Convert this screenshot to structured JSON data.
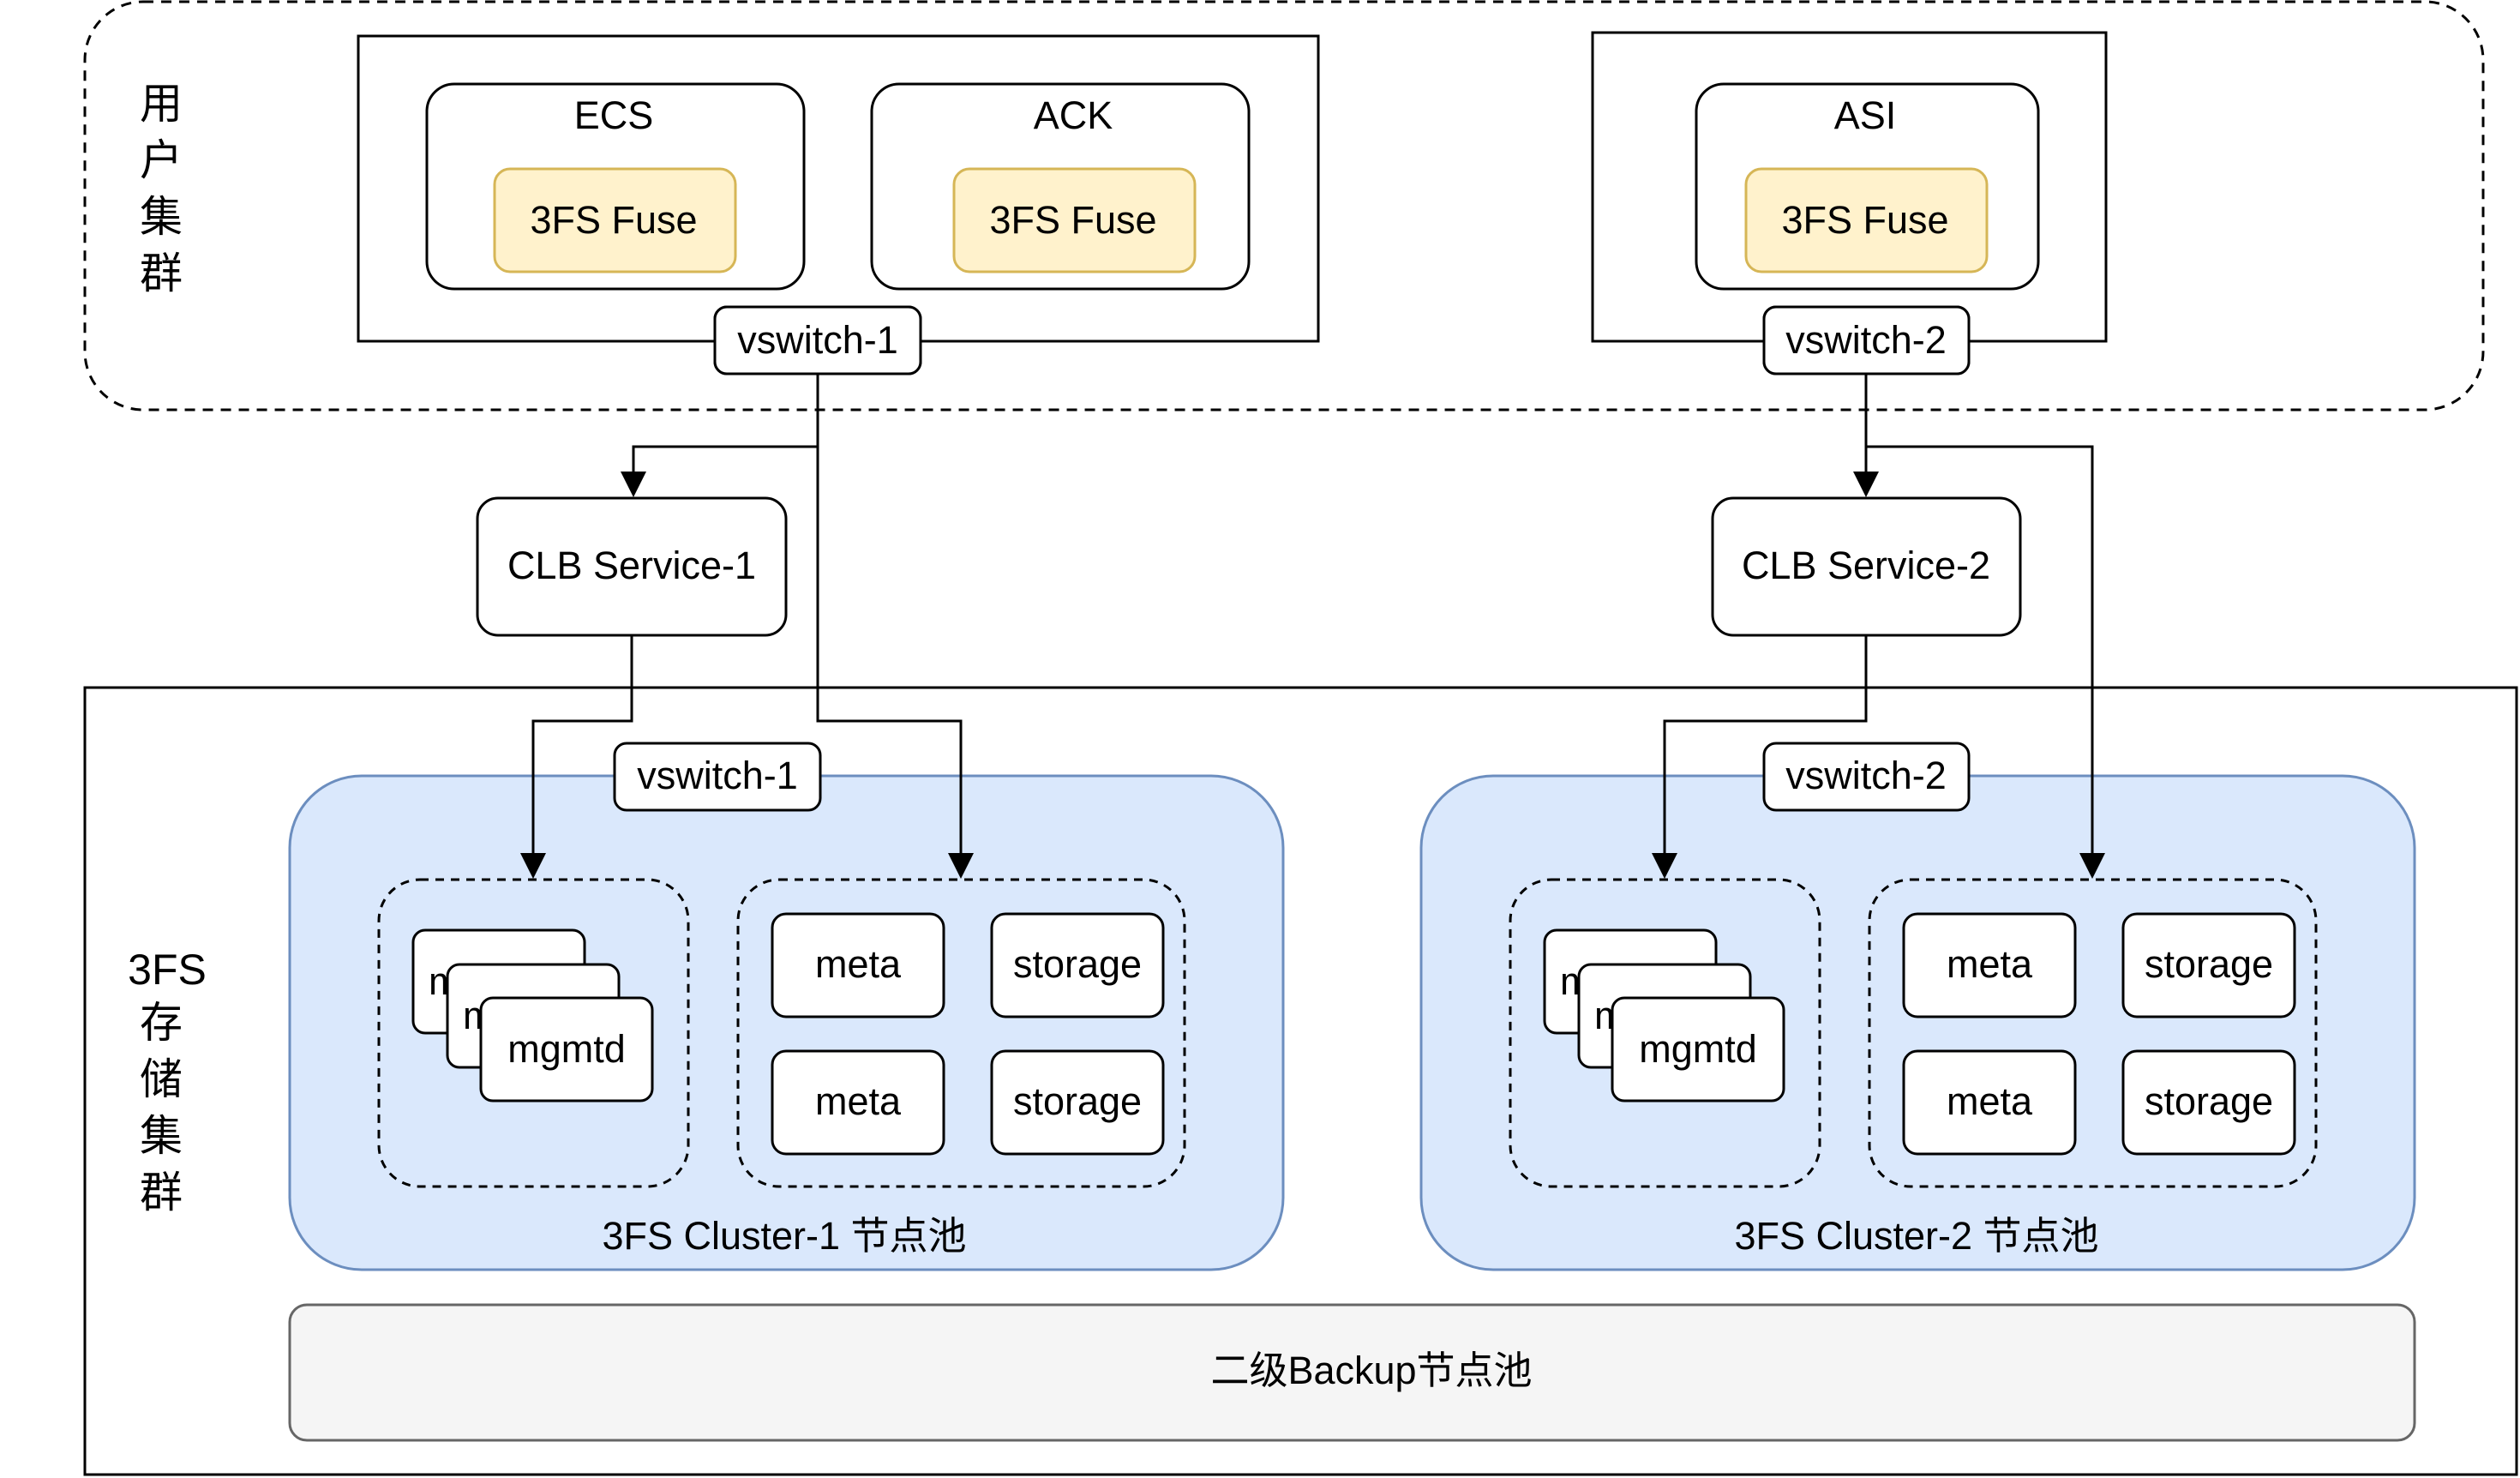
{
  "user_cluster": {
    "label_chars": [
      "用",
      "户",
      "集",
      "群"
    ],
    "group_left": {
      "ecs": {
        "title": "ECS",
        "fuse": "3FS Fuse"
      },
      "ack": {
        "title": "ACK",
        "fuse": "3FS Fuse"
      },
      "vswitch": "vswitch-1"
    },
    "group_right": {
      "asi": {
        "title": "ASI",
        "fuse": "3FS Fuse"
      },
      "vswitch": "vswitch-2"
    }
  },
  "clb": {
    "service_1": "CLB Service-1",
    "service_2": "CLB Service-2"
  },
  "storage_cluster": {
    "label_lines": [
      "3FS",
      "存",
      "储",
      "集",
      "群"
    ],
    "cluster_1": {
      "vswitch": "vswitch-1",
      "mgmtd_back": "m",
      "mgmtd_mid": "m",
      "mgmtd_front": "mgmtd",
      "meta_1": "meta",
      "meta_2": "meta",
      "storage_1": "storage",
      "storage_2": "storage",
      "caption": "3FS Cluster-1 节点池"
    },
    "cluster_2": {
      "vswitch": "vswitch-2",
      "mgmtd_back": "m",
      "mgmtd_mid": "m",
      "mgmtd_front": "mgmtd",
      "meta_1": "meta",
      "meta_2": "meta",
      "storage_1": "storage",
      "storage_2": "storage",
      "caption": "3FS Cluster-2 节点池"
    },
    "backup_pool": "二级Backup节点池"
  },
  "colors": {
    "fuse_fill": "#fff2cc",
    "fuse_stroke": "#d6b656",
    "cluster_fill": "#dae8fc",
    "cluster_stroke": "#6c8ebf",
    "backup_fill": "#f5f5f5",
    "backup_stroke": "#666666"
  }
}
